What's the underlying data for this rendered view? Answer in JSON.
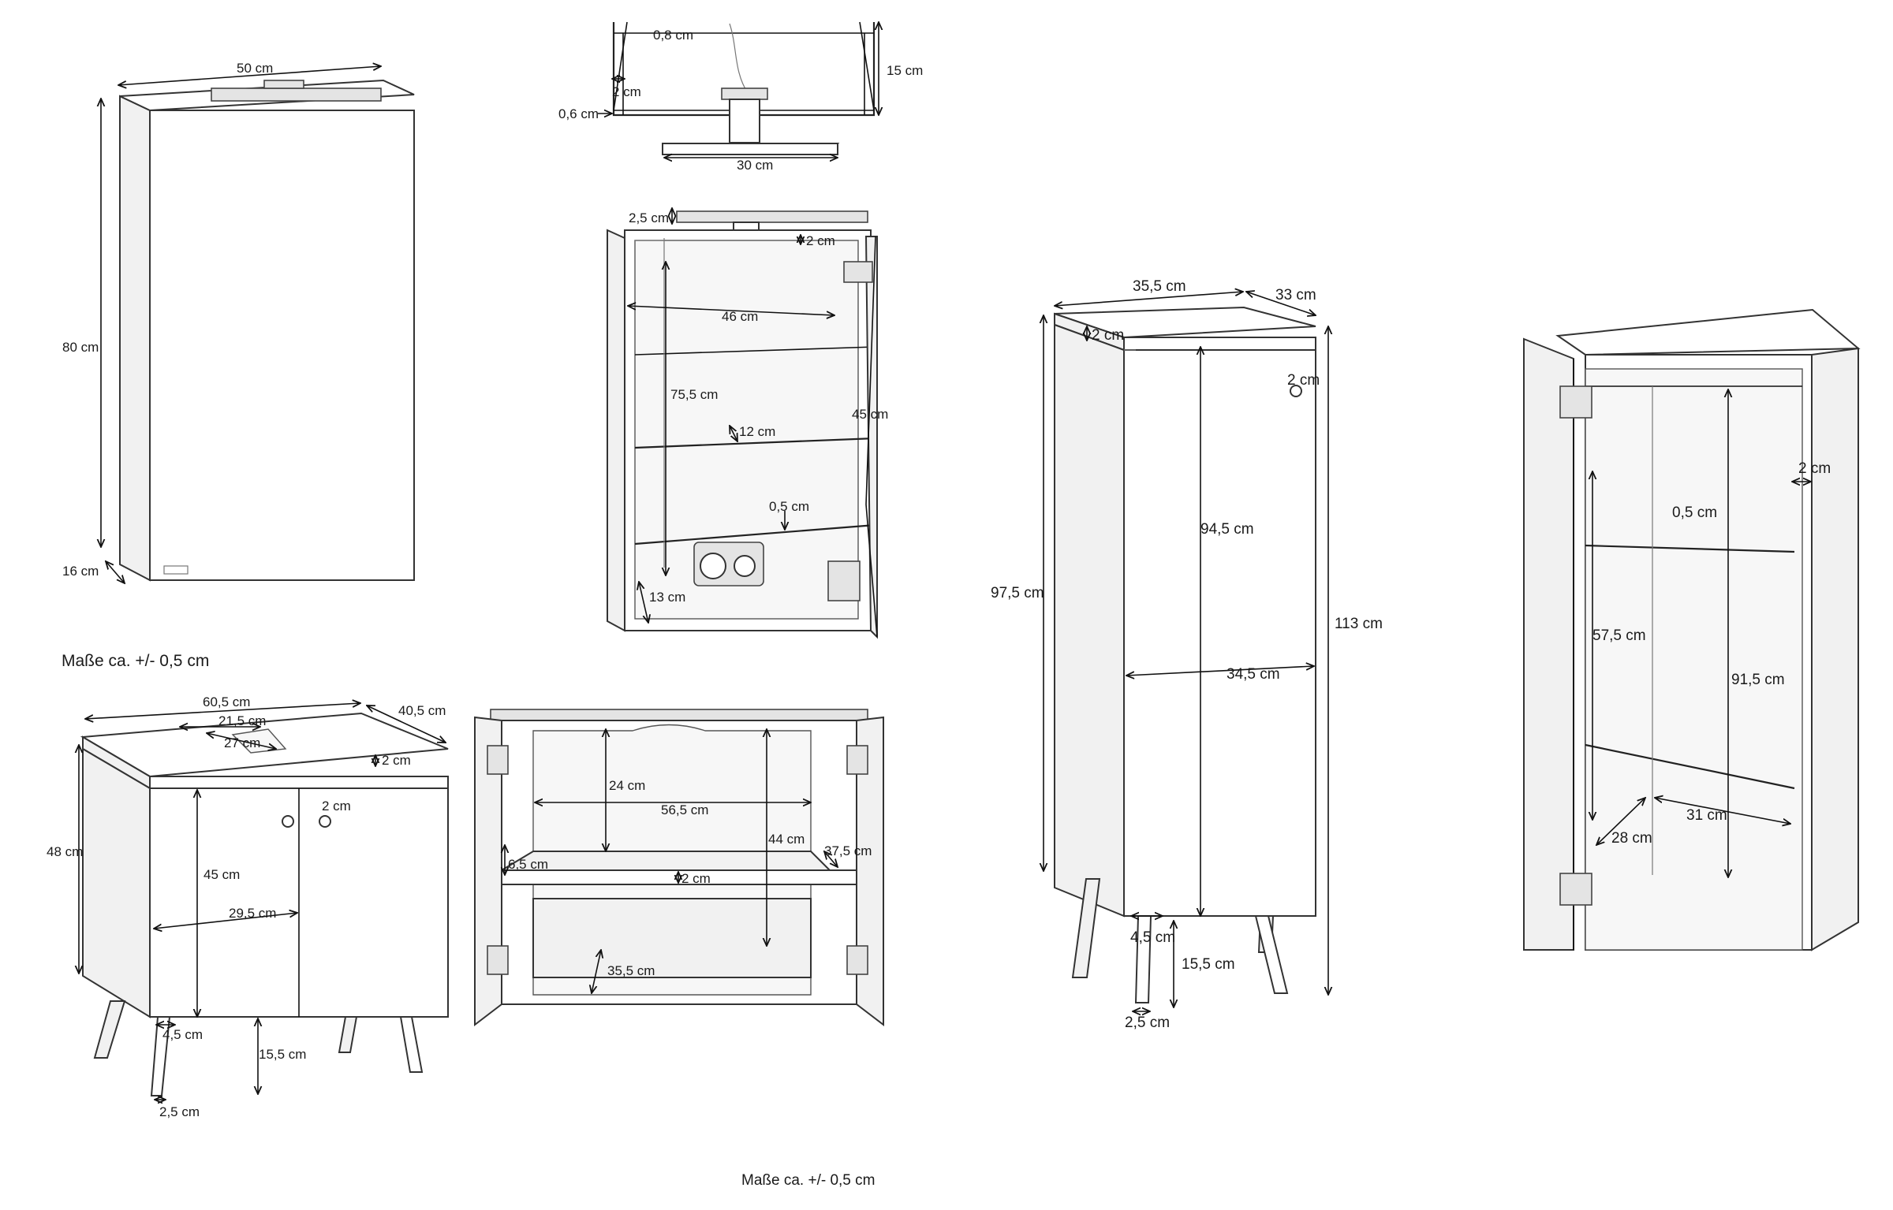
{
  "notes": {
    "tolerance_middle": "Maße ca. +/- 0,5 cm",
    "tolerance_bottom": "Maße ca. +/- 0,5 cm"
  },
  "mirror_cabinet": {
    "width": "50 cm",
    "height": "80 cm",
    "depth": "16 cm"
  },
  "lamp_top": {
    "glass": "0,8 cm",
    "side": "2 cm",
    "depth": "15 cm",
    "panel": "0,6 cm",
    "lamp_width": "30 cm"
  },
  "mirror_open": {
    "lamp_height": "2,5 cm",
    "top": "2 cm",
    "inner_width": "46 cm",
    "inner_height": "75,5 cm",
    "shelf_depth": "12 cm",
    "door_width": "45 cm",
    "shelf": "0,5 cm",
    "bottom": "13 cm"
  },
  "vanity": {
    "width": "60,5 cm",
    "depth": "40,5 cm",
    "cutout_width": "21,5 cm",
    "cutout_depth": "27 cm",
    "top": "2 cm",
    "knob": "2 cm",
    "height": "48 cm",
    "door_height": "45 cm",
    "door_width": "29,5 cm",
    "leg_offset": "4,5 cm",
    "leg_height": "15,5 cm",
    "leg_width": "2,5 cm"
  },
  "vanity_open": {
    "upper": "24 cm",
    "inner_width": "56,5 cm",
    "inner_height": "44 cm",
    "side": "6,5 cm",
    "inner_depth": "37,5 cm",
    "shelf": "2 cm",
    "shelf_depth": "35,5 cm"
  },
  "tall_cabinet": {
    "width": "35,5 cm",
    "depth": "33 cm",
    "top": "2 cm",
    "knob": "2 cm",
    "door_height": "94,5 cm",
    "body_height": "97,5 cm",
    "total_height": "113 cm",
    "door_width": "34,5 cm",
    "leg_offset": "4,5 cm",
    "leg_height": "15,5 cm",
    "leg_width": "2,5 cm"
  },
  "tall_open": {
    "side": "2 cm",
    "shelf": "0,5 cm",
    "lower": "57,5 cm",
    "inner_height": "91,5 cm",
    "shelf_depth": "28 cm",
    "inner_width": "31 cm"
  }
}
